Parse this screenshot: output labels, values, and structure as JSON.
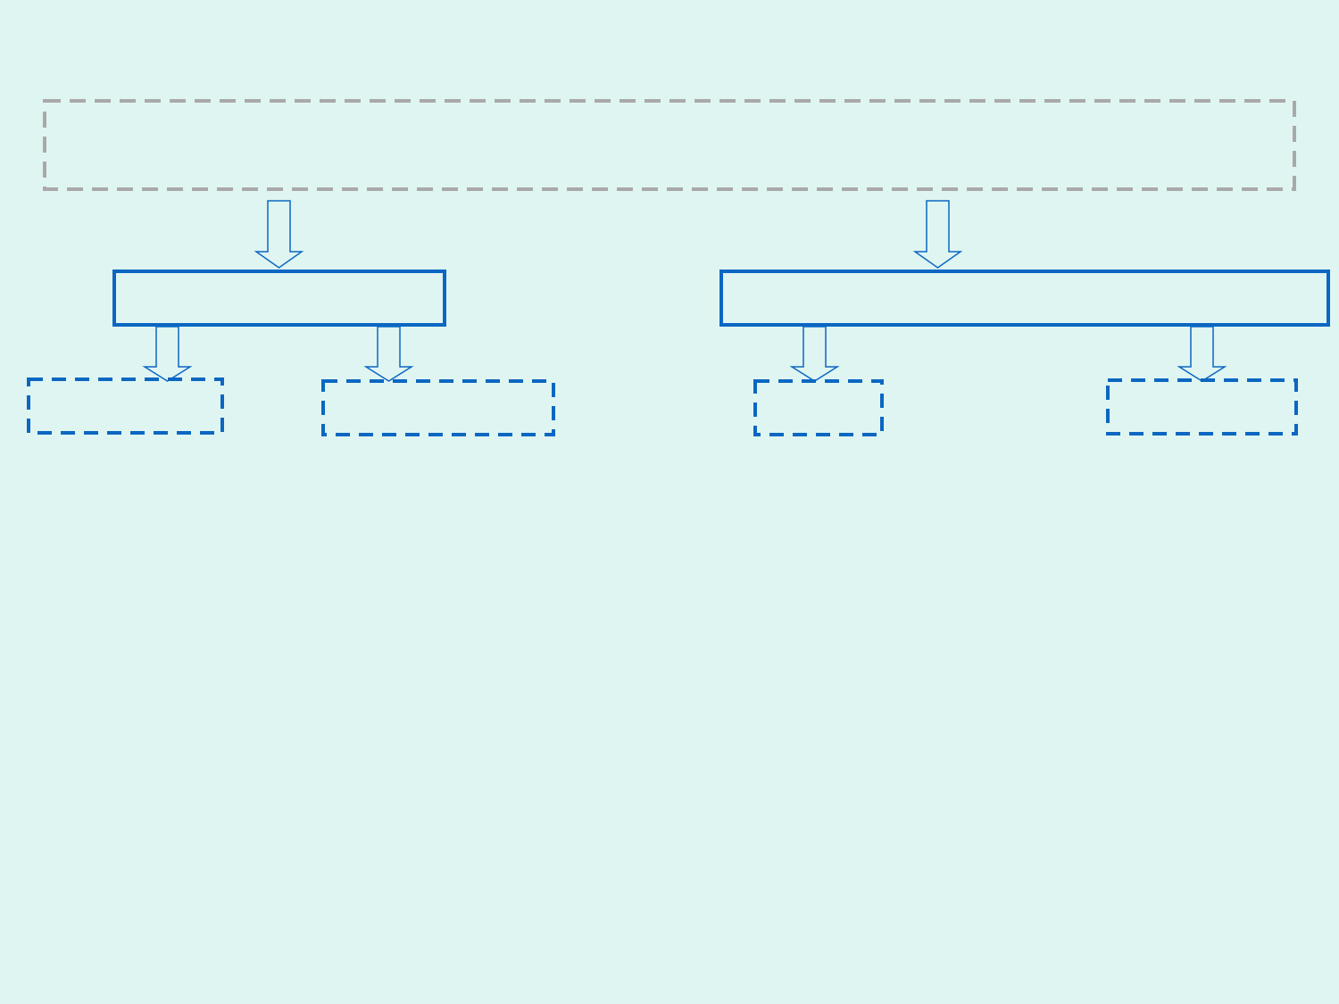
{
  "diagram": {
    "background_color": "#dff5f2",
    "stroke_blue": "#0b67c2",
    "stroke_gray": "#a9a9a9",
    "root": {
      "label": "",
      "border": "dashed"
    },
    "level1": [
      {
        "label": "",
        "children": [
          {
            "label": "",
            "border": "dashed"
          },
          {
            "label": "",
            "border": "dashed"
          }
        ]
      },
      {
        "label": "",
        "children": [
          {
            "label": "",
            "border": "dashed"
          },
          {
            "label": "",
            "border": "dashed"
          }
        ]
      }
    ]
  }
}
